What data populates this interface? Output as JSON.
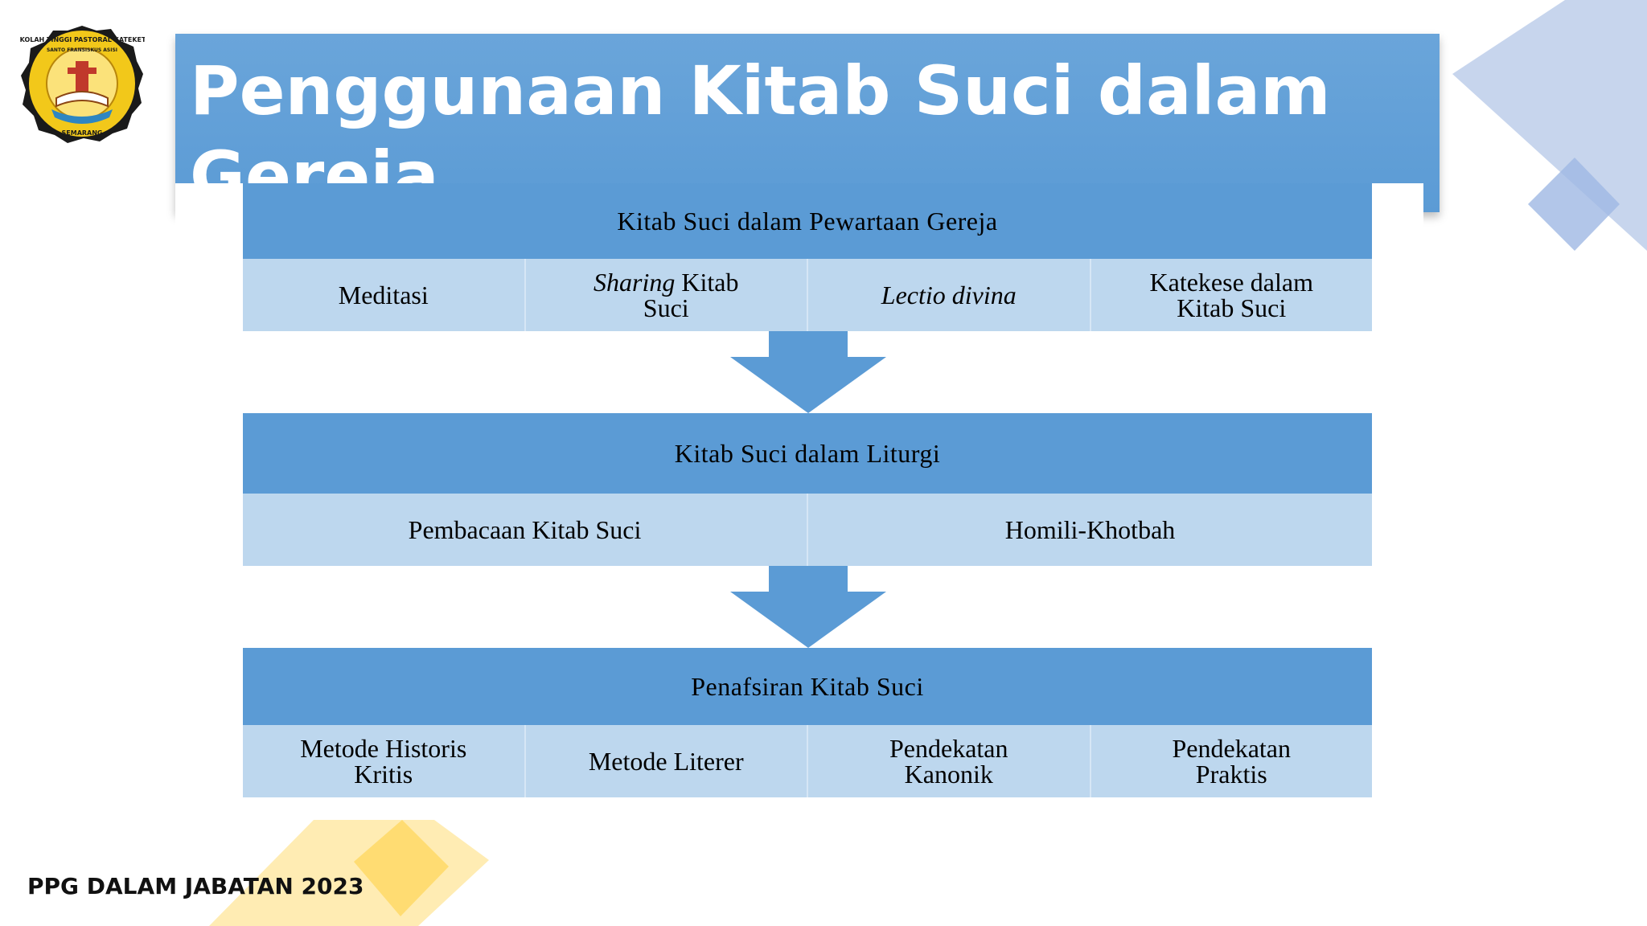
{
  "title": "Penggunaan Kitab Suci dalam Gereja",
  "logo": {
    "top_text": "SEKOLAH TINGGI PASTORAL KATEKETIK",
    "mid_text": "SANTO FRANSISKUS ASISI",
    "bottom_text": "SEMARANG"
  },
  "diagram": {
    "block1": {
      "header": "Kitab Suci dalam Pewartaan Gereja",
      "items": [
        "Meditasi",
        "Sharing",
        "Kitab",
        "Suci",
        "Lectio divina",
        "Katekese dalam",
        "Kitab Suci"
      ]
    },
    "block2": {
      "header": "Kitab Suci dalam Liturgi",
      "items": [
        "Pembacaan Kitab Suci",
        "Homili-Khotbah"
      ]
    },
    "block3": {
      "header": "Penafsiran Kitab Suci",
      "items": [
        "Metode Historis",
        "Kritis",
        "Metode Literer",
        "Pendekatan",
        "Kanonik",
        "Pendekatan",
        "Praktis"
      ]
    }
  },
  "footer": "PPG DALAM JABATAN 2023",
  "colors": {
    "header_blue": "#5b9bd5",
    "row_blue": "#bdd7ee",
    "deco_blue": "#b4c7e7",
    "deco_yellow": "#ffe699"
  }
}
